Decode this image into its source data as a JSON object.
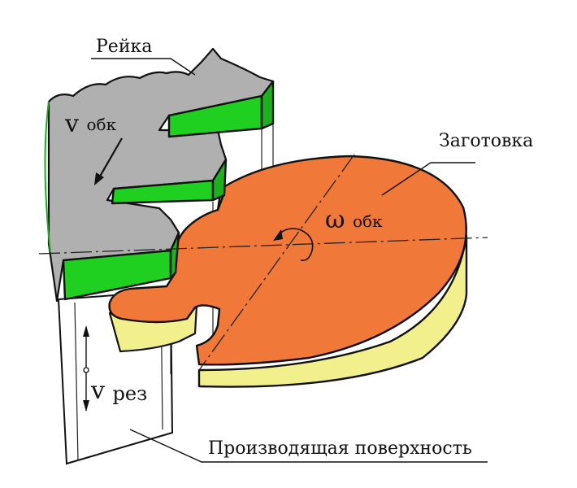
{
  "labels": {
    "rack": "Рейка",
    "v_obk_main": "v",
    "v_obk_sub": "обк",
    "blank": "Заготовка",
    "omega_main": "ω",
    "omega_sub": "обк",
    "v_rez_main": "v",
    "v_rez_sub": "рез",
    "surface": "Производящая поверхность"
  },
  "colors": {
    "rack_fill": "#b0b0b0",
    "tooth_face": "#20d020",
    "blank_top": "#f07838",
    "blank_side": "#f2f08c",
    "outline": "#111111"
  }
}
